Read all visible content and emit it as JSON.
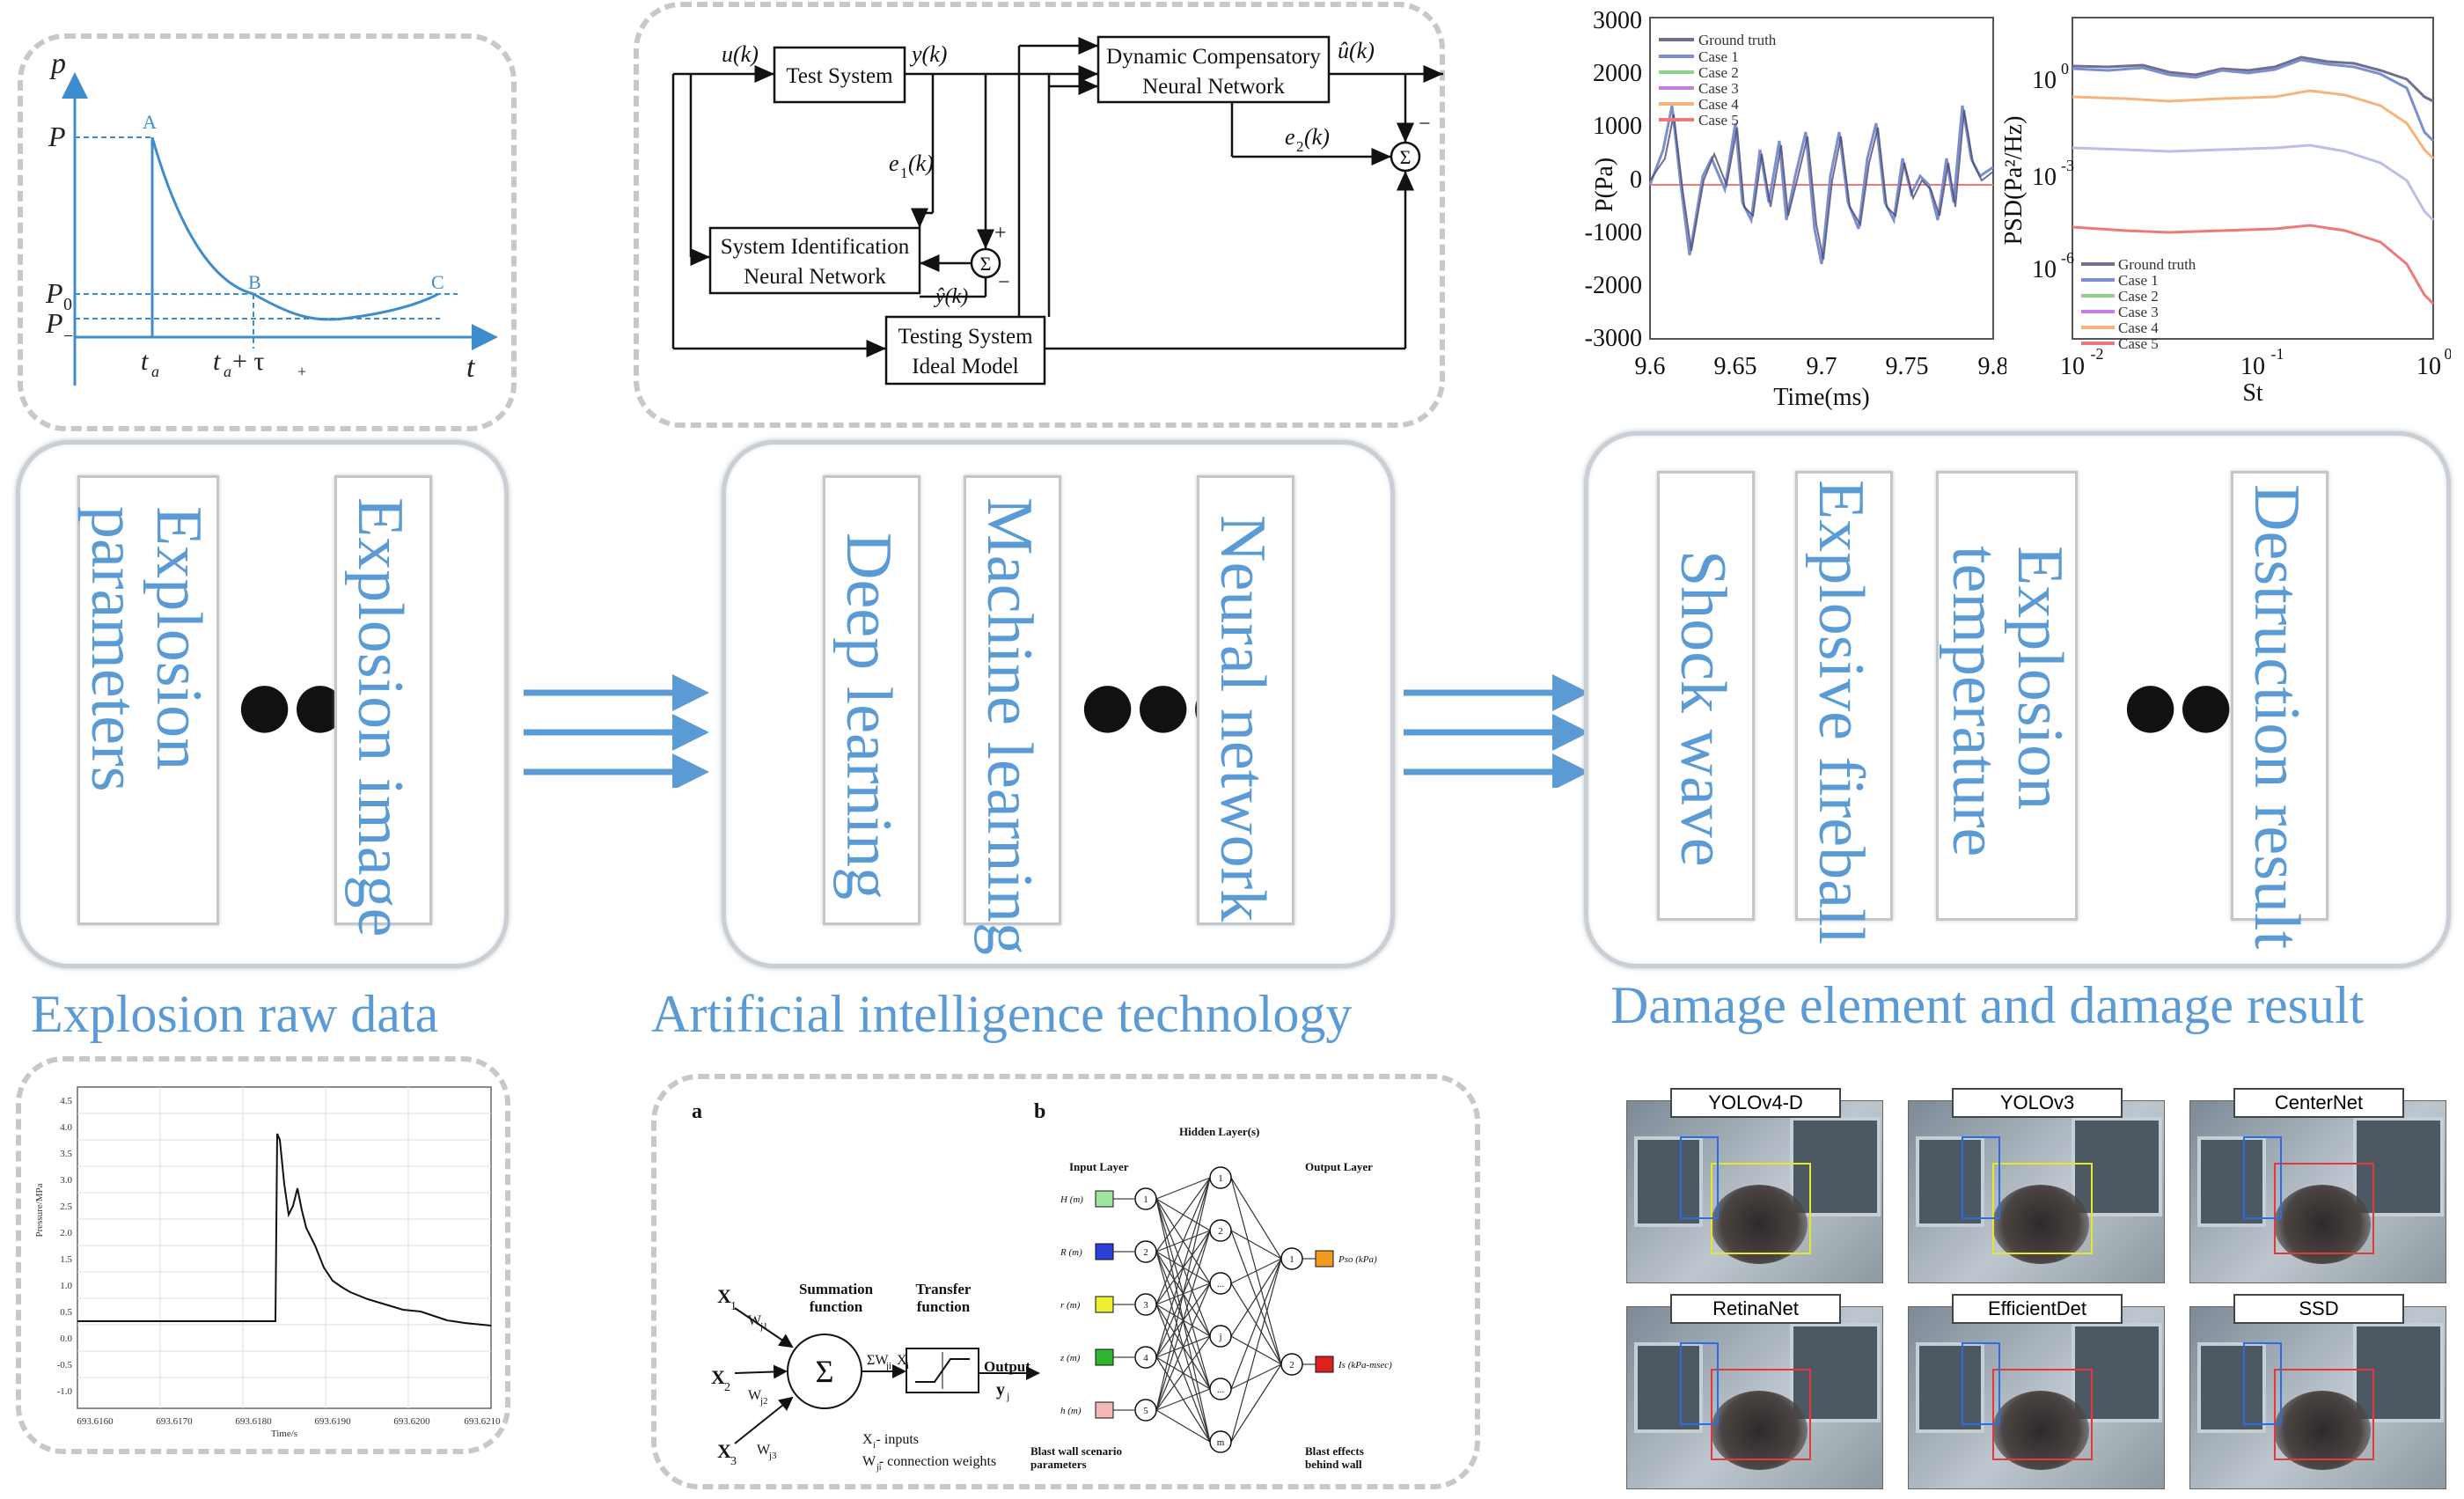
{
  "panels": {
    "raw": {
      "title": "Explosion raw data",
      "items": [
        "Explosion parameters",
        "Explosion image"
      ],
      "dots": "●●●"
    },
    "ai": {
      "title": "Artificial intelligence technology",
      "items": [
        "Deep learning",
        "Machine learning",
        "Neural network"
      ],
      "dots": "●●●"
    },
    "damage": {
      "title": "Damage element and damage result",
      "items": [
        "Shock wave",
        "Explosive fireball",
        "Explosion temperature",
        "Destruction result"
      ],
      "dots": "●●●"
    }
  },
  "pressure_curve": {
    "axis_p": "p",
    "axis_t": "t",
    "label_P": "P",
    "label_P0": "P",
    "label_P0_sub": "0",
    "label_Pm": "P",
    "label_Pm_sub": "−",
    "point_A": "A",
    "point_B": "B",
    "point_C": "C",
    "tick_ta": "t",
    "tick_ta_sub": "a",
    "tick_tb": "t",
    "tick_tb_sub": "a",
    "tick_tb_plus": " + τ",
    "tick_tb_plus_sub": "+"
  },
  "control_diagram": {
    "uk": "u(k)",
    "yk": "y(k)",
    "uhat": "û(k)",
    "e1": "e",
    "e1_sub": "1",
    "e1_arg": "(k)",
    "e2": "e",
    "e2_sub": "2",
    "e2_arg": "(k)",
    "yhat": "ŷ(k)",
    "test_system": "Test System",
    "dcnn_1": "Dynamic Compensatory",
    "dcnn_2": "Neural Network",
    "sinn_1": "System Identification",
    "sinn_2": "Neural Network",
    "tsim_1": "Testing System",
    "tsim_2": "Ideal Model",
    "sum": "Σ",
    "plus": "+",
    "minus": "−"
  },
  "pressure_chart": {
    "xlabel": "Time(ms)",
    "ylabel": "P(Pa)",
    "xticks": [
      "9.6",
      "9.65",
      "9.7",
      "9.75",
      "9.8"
    ],
    "yticks": [
      "3000",
      "2000",
      "1000",
      "0",
      "-1000",
      "-2000",
      "-3000"
    ],
    "legend": [
      "Ground truth",
      "Case 1",
      "Case 2",
      "Case 3",
      "Case 4",
      "Case 5"
    ],
    "colors": [
      "#6f6f8f",
      "#7b8fd0",
      "#8fcf8f",
      "#c27fe0",
      "#f5b47a",
      "#ec7a7a"
    ]
  },
  "psd_chart": {
    "xlabel": "St",
    "ylabel": "PSD(Pa²/Hz)",
    "xticks": [
      "10",
      "10",
      "10"
    ],
    "xticks_exp": [
      "-2",
      "-1",
      "0"
    ],
    "yticks": [
      "10",
      "10",
      "10"
    ],
    "yticks_exp": [
      "0",
      "-3",
      "-6"
    ],
    "legend": [
      "Ground truth",
      "Case 1",
      "Case 2",
      "Case 3",
      "Case 4",
      "Case 5"
    ]
  },
  "raw_signal": {
    "yticks": [
      "4.5",
      "4.0",
      "3.5",
      "3.0",
      "2.5",
      "2.0",
      "1.5",
      "1.0",
      "0.5",
      "0.0",
      "-0.5",
      "-1.0"
    ],
    "xticks": [
      "693.6160",
      "693.6170",
      "693.6180",
      "693.6190",
      "693.6200",
      "693.6210"
    ],
    "ylabel": "Pressure/MPa",
    "xlabel": "Time/s"
  },
  "neuron_diagram": {
    "label_a": "a",
    "x1": "X",
    "x1_sub": "1",
    "x2": "X",
    "x2_sub": "2",
    "x3": "X",
    "x3_sub": "3",
    "w1": "W",
    "w1_sub": "j1",
    "w2": "W",
    "w2_sub": "j2",
    "w3": "W",
    "w3_sub": "j3",
    "summation_1": "Summation",
    "summation_2": "function",
    "transfer_1": "Transfer",
    "transfer_2": "function",
    "sum": "Σ",
    "sumwx": "ΣW",
    "sumwx_sub": "ji",
    "sumwx_x": "X",
    "sumwx_xsub": "i",
    "output": "Output",
    "yj": "y",
    "yj_sub": "j",
    "legend_1": "X - inputs",
    "legend_1_sub": "i",
    "legend_2": "W - connection weights",
    "legend_2_sub": "ji"
  },
  "mlp_diagram": {
    "label_b": "b",
    "input_layer": "Input Layer",
    "hidden_layer": "Hidden Layer(s)",
    "output_layer": "Output Layer",
    "inputs": [
      "H (m)",
      "R (m)",
      "r (m)",
      "z (m)",
      "h (m)"
    ],
    "input_nums": [
      "1",
      "2",
      "3",
      "4",
      "5"
    ],
    "input_colors": [
      "#9ee59e",
      "#2b3fd8",
      "#f0ee30",
      "#2fb52f",
      "#f4b8b8"
    ],
    "hidden_nums": [
      "1",
      "2",
      "...",
      "j",
      "...",
      "m"
    ],
    "outputs": [
      "Pso (kPa)",
      "Is (kPa-msec)"
    ],
    "output_nums": [
      "1",
      "2"
    ],
    "output_colors": [
      "#f29a1e",
      "#e01f1f"
    ],
    "bottom_left_1": "Blast wall scenario",
    "bottom_left_2": "parameters",
    "bottom_right_1": "Blast effects",
    "bottom_right_2": "behind wall"
  },
  "detections": [
    "YOLOv4-D",
    "YOLOv3",
    "CenterNet",
    "RetinaNet",
    "EfficientDet",
    "SSD"
  ],
  "colors": {
    "accent": "#5b9bd5",
    "frame": "#c9cfd4"
  }
}
